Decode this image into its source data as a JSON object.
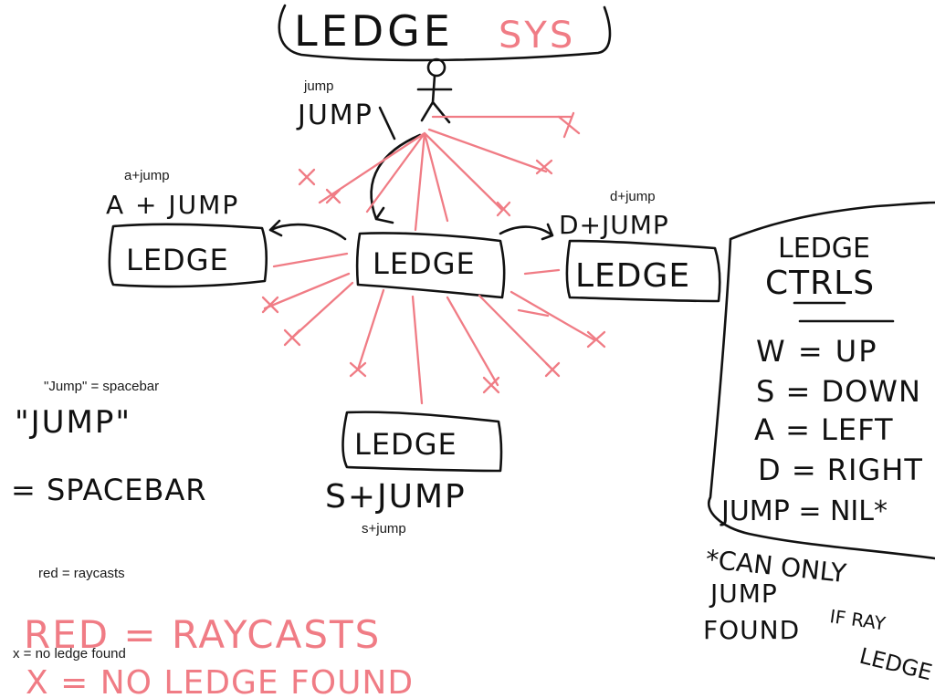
{
  "title": {
    "left": "LEDGE",
    "right": "SYS"
  },
  "player": {
    "caption_typed": "jump",
    "caption_hand": "JUMP"
  },
  "ledges": {
    "center": "LEDGE",
    "left": "LEDGE",
    "right": "LEDGE",
    "bottom": "LEDGE"
  },
  "transitions": {
    "left": {
      "typed": "a+jump",
      "hand": "A + JUMP"
    },
    "right": {
      "typed": "d+jump",
      "hand": "D+JUMP"
    },
    "bottom": {
      "typed": "s+jump",
      "hand": "S+JUMP"
    }
  },
  "controls_panel": {
    "title_line1": "LEDGE",
    "title_line2": "CTRLS",
    "rows": [
      "W = UP",
      "S = DOWN",
      "A = LEFT",
      "D = RIGHT",
      "JUMP = NIL*"
    ],
    "note_line1": "*CAN ONLY",
    "note_line2": "JUMP",
    "note_if_ray": "IF RAY",
    "note_line3": "FOUND",
    "note_line4": "LEDGE"
  },
  "legend": {
    "jump_typed": "\"Jump\" = spacebar",
    "jump_hand_1": "\"JUMP\"",
    "jump_hand_2": "= SPACEBAR",
    "red_typed": "red = raycasts",
    "red_hand": "RED = RAYCASTS",
    "x_typed": "x = no ledge found",
    "x_hand": "X = NO LEDGE FOUND"
  },
  "colors": {
    "ink": "#111111",
    "ray": "#f07c85"
  }
}
